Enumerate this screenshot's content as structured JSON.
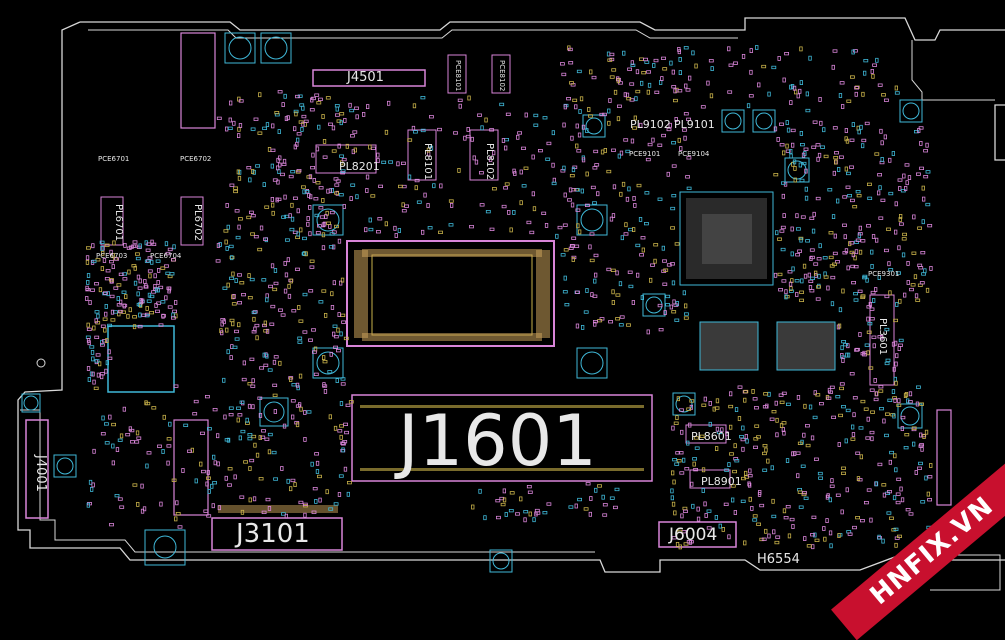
{
  "labels": {
    "j1601": "J1601",
    "j3101": "J3101",
    "j4501": "J4501",
    "j6004": "J6004",
    "j4001": "J4001",
    "h6554": "H6554",
    "pl9102": "PL9102",
    "pl9101": "PL9101",
    "pl8201": "PL8201",
    "pl8101": "PL8101",
    "pl8102": "PL8102",
    "pl8601": "PL8601",
    "pl8901": "PL8901",
    "pl6701": "PL6701",
    "pl6702": "PL6702",
    "pl3601": "PL3601",
    "pce6701": "PCE6701",
    "pce6702": "PCE6702",
    "pce6703": "PCE6703",
    "pce6704": "PCE6704",
    "pce9101": "PCE9101",
    "pce9104": "PCE9104",
    "pce9301": "PCE9301",
    "pce8101": "PCE8101",
    "pce8102": "PCE8102"
  },
  "watermark": {
    "text": "HNFIX.VN",
    "logo_color": "#c8102e"
  },
  "colors": {
    "background": "#000000",
    "outline": "#d8d8d8",
    "pad_pink": "#d985d9",
    "pad_cyan": "#3fb8d8",
    "pad_yellow": "#c9b24a",
    "label_text": "#e8e8e8"
  }
}
